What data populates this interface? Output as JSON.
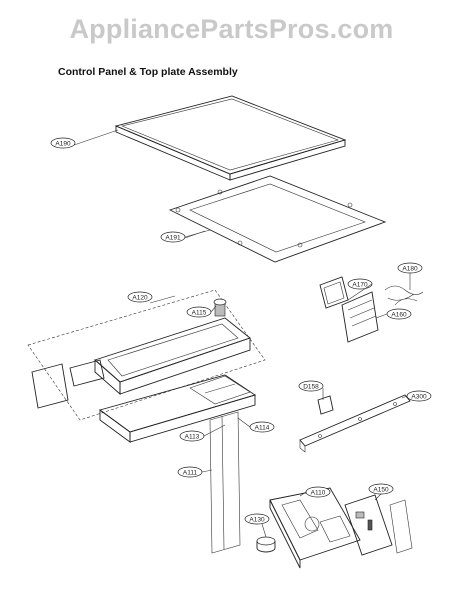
{
  "watermark": "AppliancePartsPros.com",
  "title": "Control Panel & Top plate Assembly",
  "callouts": {
    "a190": "A190",
    "a191": "A191",
    "a170": "A170",
    "a180": "A180",
    "a160": "A160",
    "a120": "A120",
    "a115": "A115",
    "d158": "D158",
    "a300": "A300",
    "a113": "A113",
    "a114": "A114",
    "a111": "A111",
    "a110": "A110",
    "a150": "A150",
    "a130": "A130"
  }
}
